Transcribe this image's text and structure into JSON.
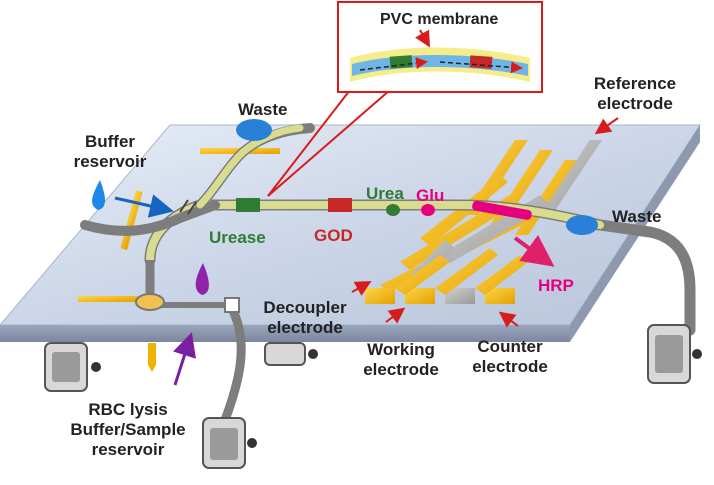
{
  "labels": {
    "pvc_membrane": "PVC  membrane",
    "waste_top": "Waste",
    "waste_right": "Waste",
    "buffer_reservoir": [
      "Buffer",
      "reservoir"
    ],
    "reference_electrode": [
      "Reference",
      "electrode"
    ],
    "urease": "Urease",
    "god": "GOD",
    "urea": "Urea",
    "glu": "Glu",
    "hrp": "HRP",
    "decoupler_electrode": [
      "Decoupler",
      "electrode"
    ],
    "working_electrode": [
      "Working",
      "electrode"
    ],
    "counter_electrode": [
      "Counter",
      "electrode"
    ],
    "rbc_lysis": [
      "RBC lysis",
      "Buffer/Sample",
      "reservoir"
    ]
  },
  "colors": {
    "platform": "#c9d4e6",
    "channel": "#d9dc8f",
    "tube": "#7d7d7d",
    "electrode_gold": "#f0b400",
    "electrode_gray": "#a9a9a9",
    "urease_green": "#2e7d32",
    "god_red": "#c62828",
    "glu_pink": "#e6007e",
    "waste_blue": "#2a7fd8",
    "arrow_red": "#d81b1b",
    "arrow_purple": "#7b1fa2",
    "arrow_blue": "#1565c0"
  }
}
